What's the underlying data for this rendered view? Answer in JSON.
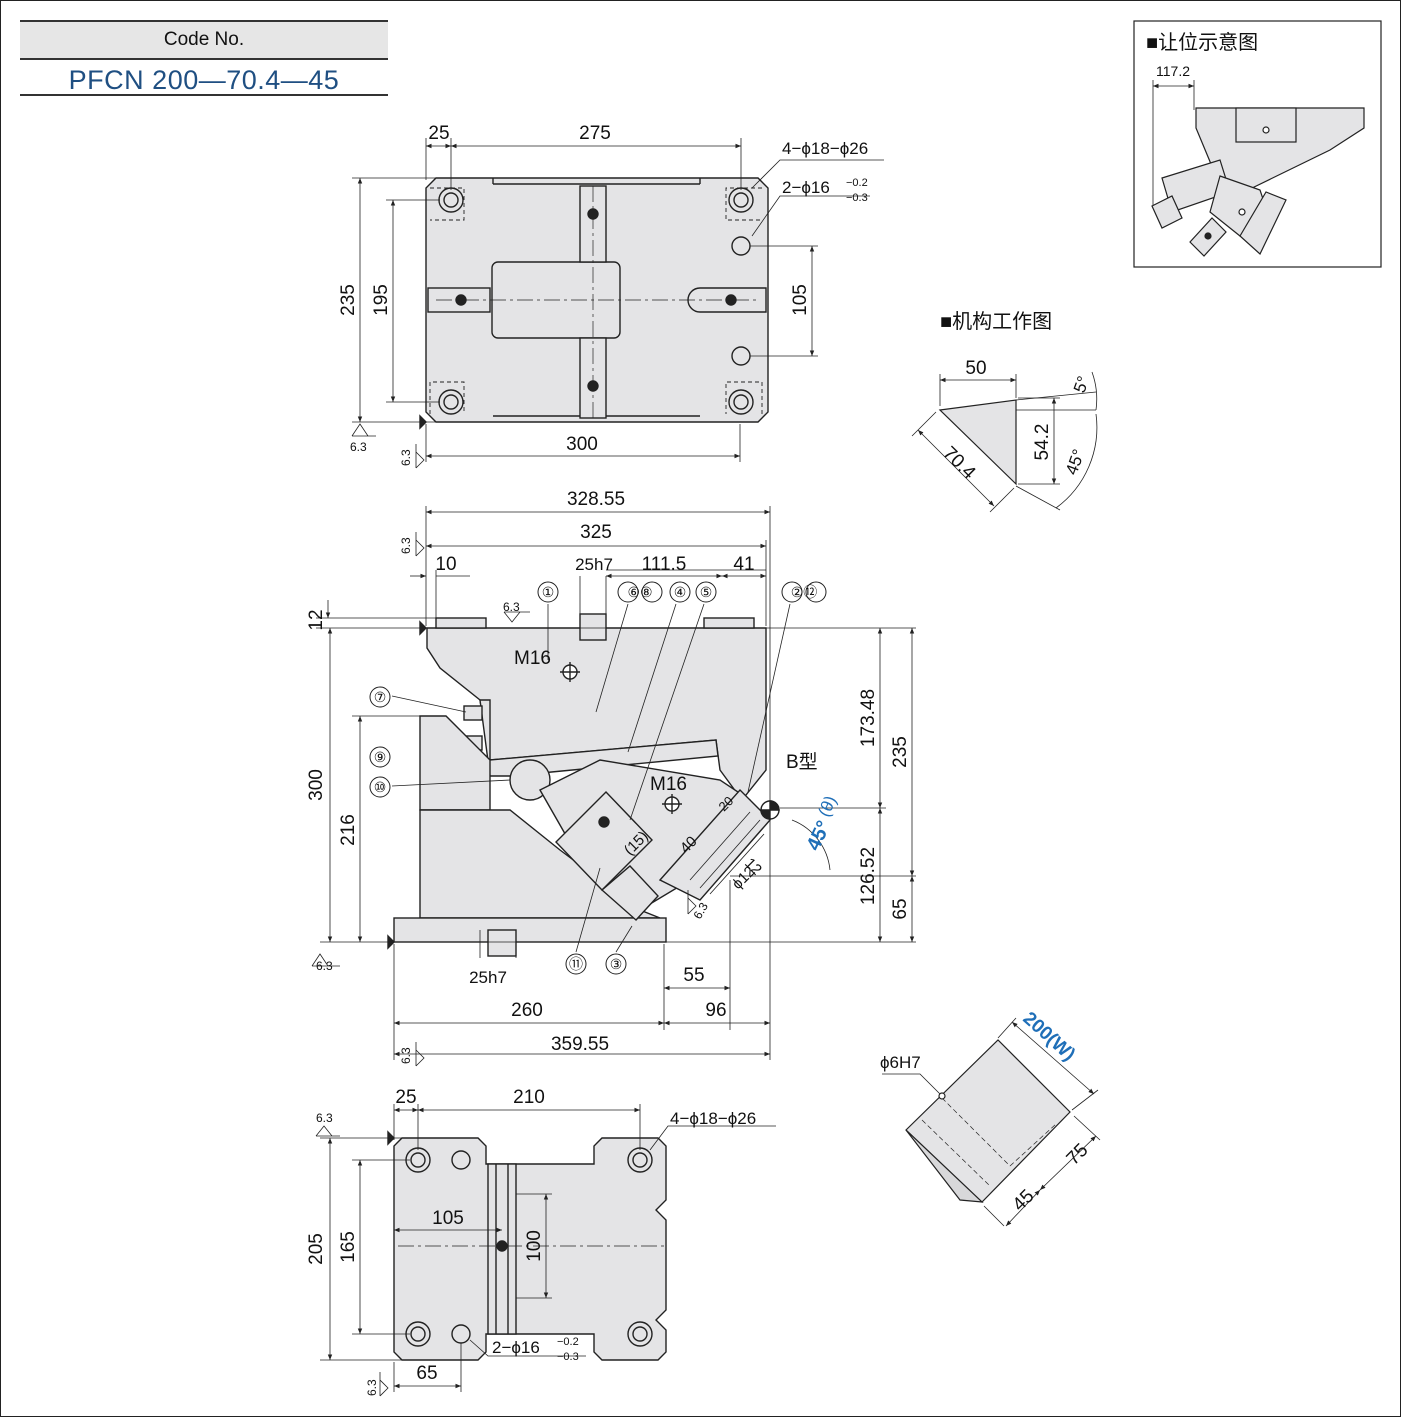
{
  "code_label": "Code No.",
  "code_value": "PFCN 200—70.4—45",
  "colors": {
    "part_fill": "#e4e4e6",
    "line": "#222222",
    "blue": "#1f6fb8",
    "code_blue": "#1f4f82"
  },
  "top_view": {
    "dims": {
      "d25": "25",
      "d275": "275",
      "d235": "235",
      "d195": "195",
      "d105": "105",
      "d300": "300"
    },
    "holes_label": "4−ϕ18−ϕ26",
    "pin_label": "2−ϕ16",
    "tol_upper": "−0.2",
    "tol_lower": "−0.3",
    "surface": "6.3"
  },
  "front_view": {
    "dims": {
      "d328": "328.55",
      "d325": "325",
      "d10": "10",
      "d25h7": "25h7",
      "d111": "111.5",
      "d41": "41",
      "d12": "12",
      "d300": "300",
      "d216": "216",
      "d173": "173.48",
      "d235": "235",
      "d126": "126.52",
      "d65": "65",
      "d55": "55",
      "d260": "260",
      "d96": "96",
      "d359": "359.55",
      "d15": "(15)",
      "d40": "40",
      "d20": "20",
      "d12b": "12",
      "phi12": "ϕ12"
    },
    "callouts": [
      "①",
      "⑦",
      "⑨",
      "⑩",
      "⑪",
      "③",
      "⑥⑧",
      "④",
      "⑤",
      "②⑫"
    ],
    "m16_a": "M16",
    "m16_b": "M16",
    "b_type": "B型",
    "angle": "45°",
    "theta": "(θ)",
    "surface": "6.3"
  },
  "bottom_view": {
    "dims": {
      "d25": "25",
      "d210": "210",
      "d205": "205",
      "d165": "165",
      "d105": "105",
      "d100": "100",
      "d65": "65"
    },
    "holes_label": "4−ϕ18−ϕ26",
    "pin_label": "2−ϕ16",
    "tol_upper": "−0.2",
    "tol_lower": "−0.3",
    "surface": "6.3"
  },
  "clearance": {
    "title": "■让位示意图",
    "dim": "117.2"
  },
  "mechanism": {
    "title": "■机构工作图",
    "d50": "50",
    "d54": "54.2",
    "d70": "70.4",
    "a5": "5°",
    "a45": "45°"
  },
  "insert": {
    "w": "200(W)",
    "phi6": "ϕ6H7",
    "d75": "75",
    "d45": "45"
  }
}
